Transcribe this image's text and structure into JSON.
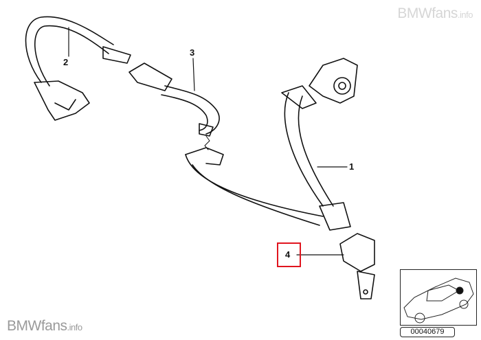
{
  "watermark_top": {
    "main": "BMWfans",
    "suffix": ".info"
  },
  "watermark_bottom": {
    "main": "BMWfans",
    "suffix": ".info"
  },
  "callouts": [
    "1",
    "2",
    "3",
    "4"
  ],
  "highlighted_callout": "4",
  "highlight_color": "#e0141e",
  "diagram_number": "00040679"
}
